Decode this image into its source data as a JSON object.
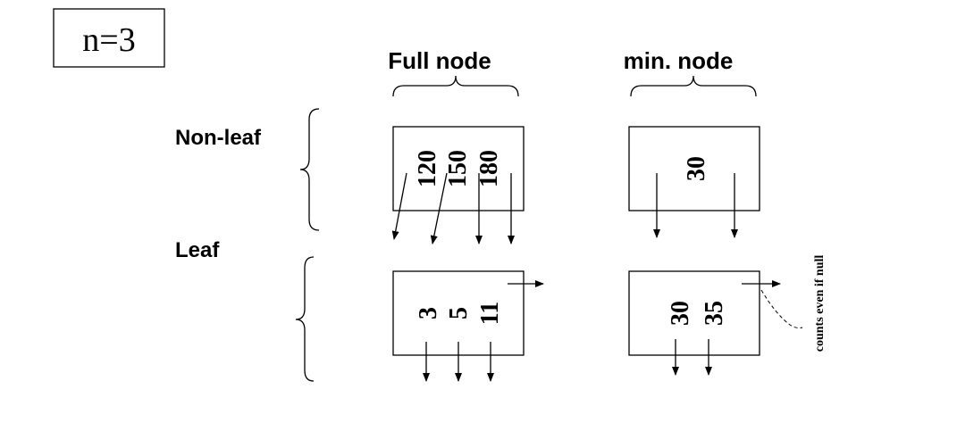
{
  "n_label": "n=3",
  "columns": {
    "full": "Full node",
    "min": "min. node"
  },
  "rows": {
    "nonleaf": "Non-leaf",
    "leaf": "Leaf"
  },
  "nodes": {
    "full_nonleaf": {
      "keys": [
        "120",
        "150",
        "180"
      ]
    },
    "min_nonleaf": {
      "keys": [
        "30"
      ]
    },
    "full_leaf": {
      "keys": [
        "3",
        "5",
        "11"
      ]
    },
    "min_leaf": {
      "keys": [
        "30",
        "35"
      ]
    }
  },
  "annotation": "counts even if null"
}
